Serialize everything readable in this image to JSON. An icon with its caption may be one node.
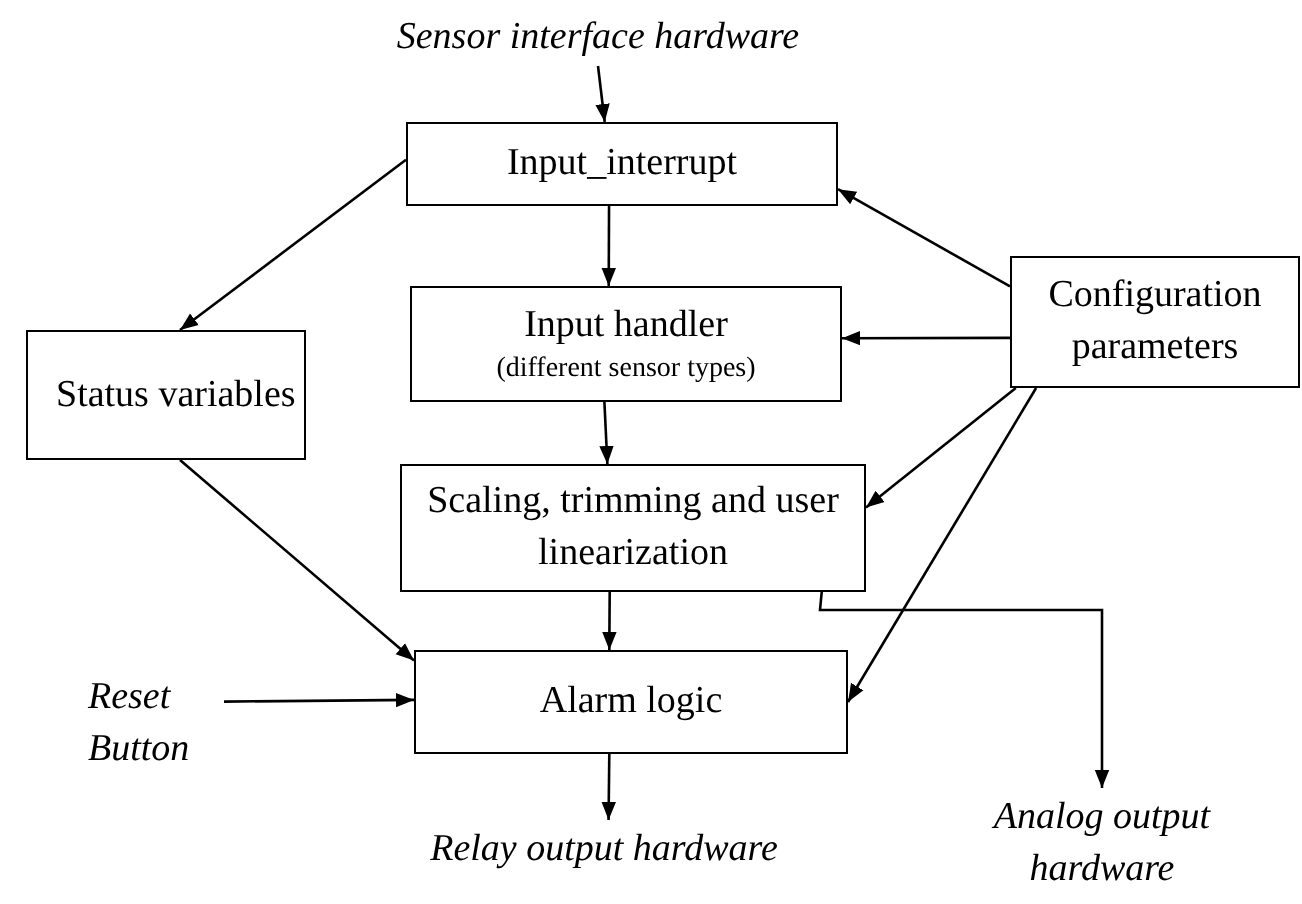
{
  "diagram": {
    "nodes": [
      {
        "text": [
          "Sensor interface hardware"
        ]
      },
      {
        "text": [
          "Input_interrupt"
        ]
      },
      {
        "text": [
          "Status variables"
        ]
      },
      {
        "text": [
          "Input handler",
          "(different sensor types)"
        ]
      },
      {
        "text": [
          "Configuration parameters"
        ]
      },
      {
        "text": [
          "Scaling, trimming and user linearization"
        ]
      },
      {
        "text": [
          "Reset Button"
        ]
      },
      {
        "text": [
          "Alarm logic"
        ]
      },
      {
        "text": [
          "Relay output hardware"
        ]
      },
      {
        "text": [
          "Analog output hardware"
        ]
      }
    ],
    "edges": [
      {
        "from": 0,
        "to": 1,
        "arrow": "to"
      },
      {
        "from": 1,
        "to": 3,
        "arrow": "to"
      },
      {
        "from": 1,
        "to": 2,
        "arrow": "to"
      },
      {
        "from": 4,
        "to": 1,
        "arrow": "to"
      },
      {
        "from": 4,
        "to": 3,
        "arrow": "to"
      },
      {
        "from": 4,
        "to": 5,
        "arrow": "to"
      },
      {
        "from": 4,
        "to": 7,
        "arrow": "to"
      },
      {
        "from": 3,
        "to": 5,
        "arrow": "to"
      },
      {
        "from": 5,
        "to": 7,
        "arrow": "to"
      },
      {
        "from": 2,
        "to": 7,
        "arrow": "to"
      },
      {
        "from": 6,
        "to": 7,
        "arrow": "to"
      },
      {
        "from": 7,
        "to": 8,
        "arrow": "to"
      },
      {
        "from": 5,
        "to": 9,
        "arrow": "to"
      }
    ]
  }
}
